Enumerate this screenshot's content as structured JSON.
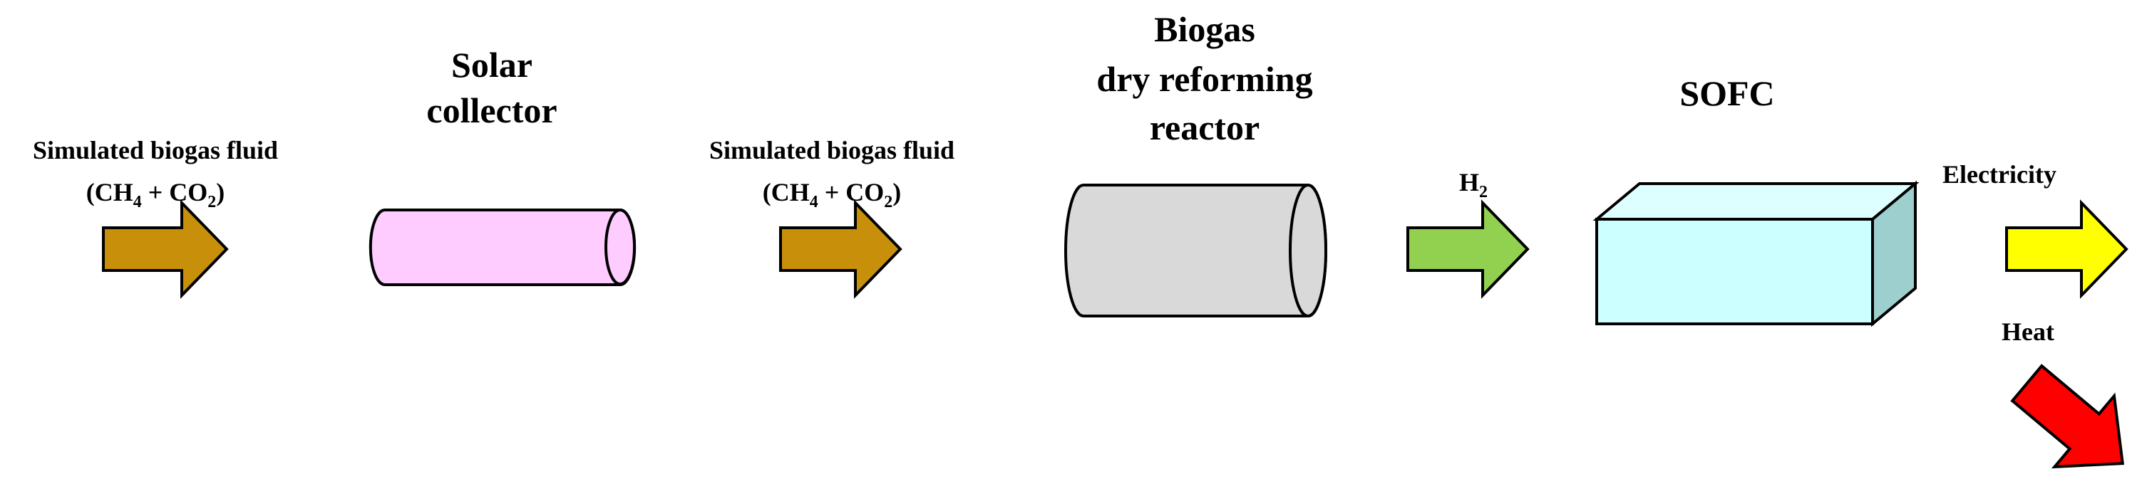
{
  "labels": {
    "input_fluid_line1": "Simulated biogas fluid",
    "input_fluid_line2_a": "(CH",
    "input_fluid_sub_a": "4",
    "input_fluid_line2_b": " + CO",
    "input_fluid_sub_b": "2",
    "input_fluid_line2_c": ")",
    "mid_fluid_line1": "Simulated biogas fluid",
    "mid_fluid_line2_a": "(CH",
    "mid_fluid_sub_a": "4",
    "mid_fluid_line2_b": " + CO",
    "mid_fluid_sub_b": "2",
    "mid_fluid_line2_c": ")",
    "solar_line1": "Solar",
    "solar_line2": "collector",
    "reactor_line1": "Biogas",
    "reactor_line2": "dry reforming",
    "reactor_line3": "reactor",
    "h2_main": "H",
    "h2_sub": "2",
    "sofc": "SOFC",
    "electricity": "Electricity",
    "heat": "Heat"
  },
  "colors": {
    "biogas_arrow": "#C8900A",
    "h2_arrow": "#92D050",
    "electricity_arrow": "#FFFF00",
    "heat_arrow": "#FF0000",
    "solar_collector": "#FFCCFF",
    "reactor": "#D9D9D9",
    "sofc_front": "#CCFFFF",
    "sofc_top": "#DDFFFF",
    "sofc_side": "#9ECFCF"
  }
}
